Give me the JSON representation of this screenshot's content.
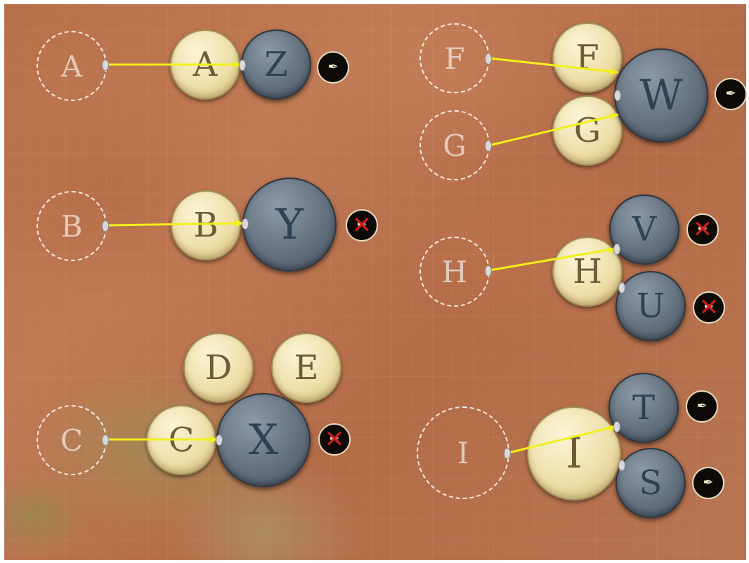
{
  "slots": [
    {
      "id": "a",
      "label": "A"
    },
    {
      "id": "b",
      "label": "B"
    },
    {
      "id": "c",
      "label": "C"
    },
    {
      "id": "f",
      "label": "F"
    },
    {
      "id": "g",
      "label": "G"
    },
    {
      "id": "h",
      "label": "H"
    },
    {
      "id": "i",
      "label": "I"
    }
  ],
  "source_tokens": [
    {
      "id": "a",
      "label": "A"
    },
    {
      "id": "b",
      "label": "B"
    },
    {
      "id": "c",
      "label": "C"
    },
    {
      "id": "d",
      "label": "D"
    },
    {
      "id": "e",
      "label": "E"
    },
    {
      "id": "f",
      "label": "F"
    },
    {
      "id": "g",
      "label": "G"
    },
    {
      "id": "h",
      "label": "H"
    },
    {
      "id": "i",
      "label": "I"
    }
  ],
  "target_tokens": [
    {
      "id": "z",
      "label": "Z",
      "status": "feather-icon"
    },
    {
      "id": "y",
      "label": "Y",
      "status": "feather-crossed-icon"
    },
    {
      "id": "x",
      "label": "X",
      "status": "feather-crossed-icon"
    },
    {
      "id": "w",
      "label": "W",
      "status": "feather-icon"
    },
    {
      "id": "v",
      "label": "V",
      "status": "feather-crossed-icon"
    },
    {
      "id": "u",
      "label": "U",
      "status": "feather-crossed-icon"
    },
    {
      "id": "t",
      "label": "T",
      "status": "feather-icon"
    },
    {
      "id": "s",
      "label": "S",
      "status": "feather-icon"
    }
  ],
  "links": [
    {
      "from": "A",
      "to": "Z"
    },
    {
      "from": "B",
      "to": "Y"
    },
    {
      "from": "C",
      "to": "X"
    },
    {
      "from": "F",
      "to": "W"
    },
    {
      "from": "G",
      "to": "W"
    },
    {
      "from": "H",
      "to": "V"
    },
    {
      "from": "I",
      "to": "T"
    }
  ],
  "colors": {
    "link": "#f2f01a",
    "terrain": "#b8724c",
    "cream_token": "#efdfaa",
    "slate_token": "#64717f",
    "cross": "#d01d1d"
  },
  "icons": {
    "feather": "✒",
    "cross": "✕"
  }
}
